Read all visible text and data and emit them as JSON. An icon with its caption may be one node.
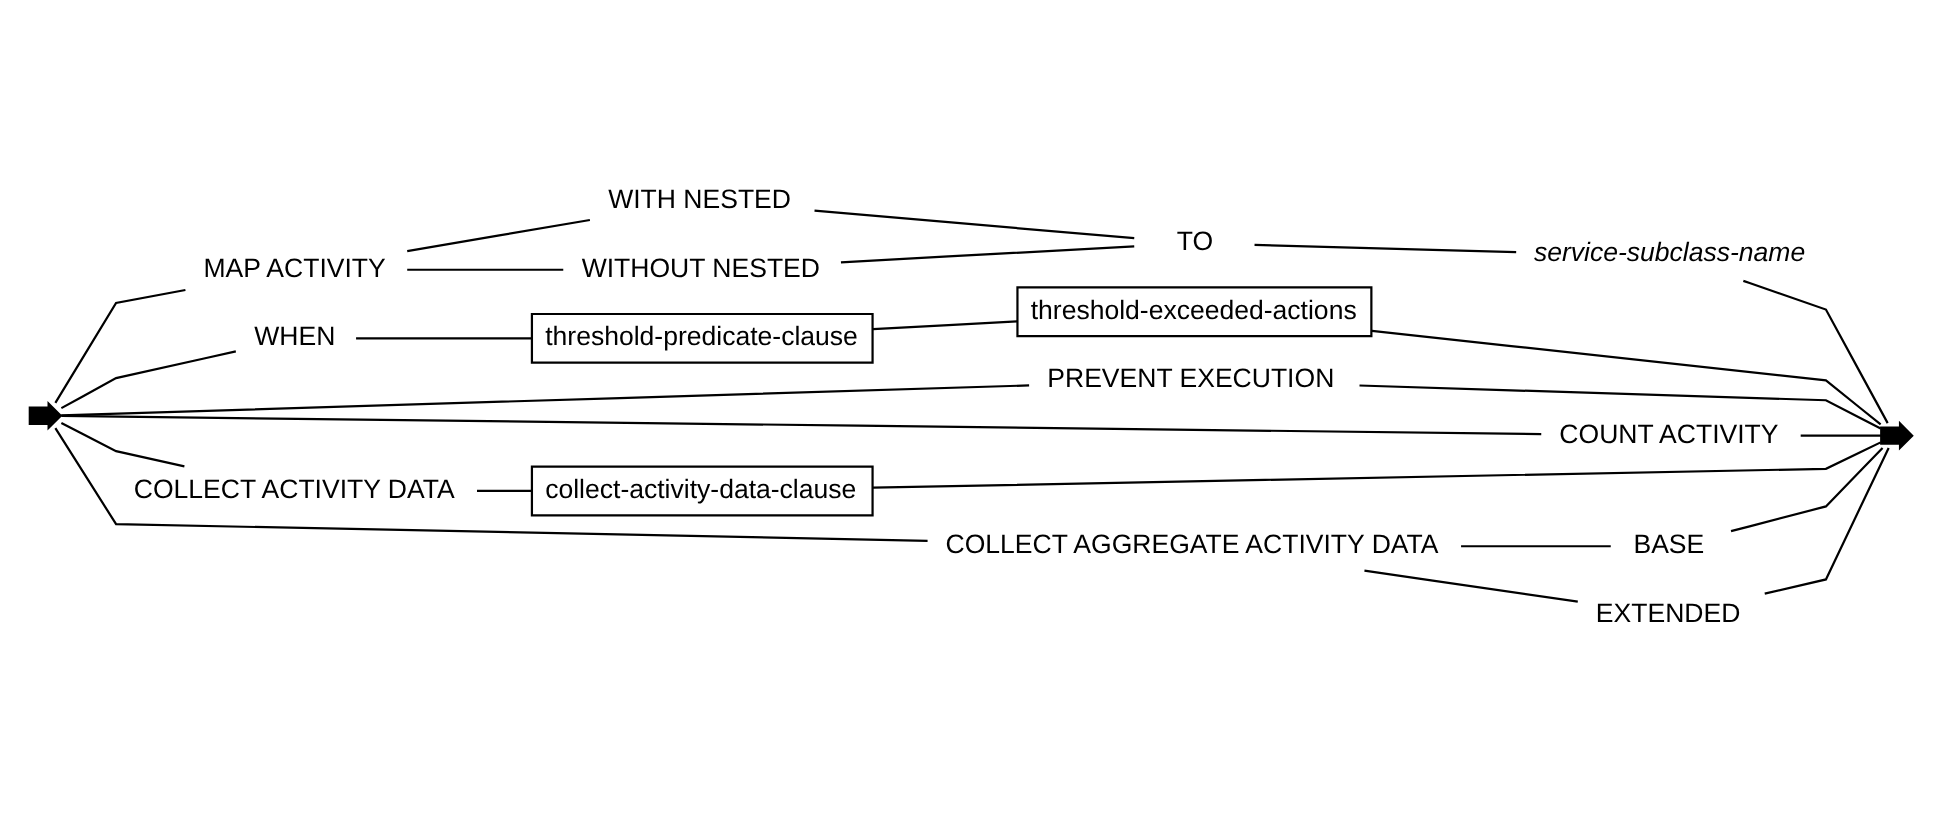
{
  "diagram": {
    "nodes": [
      {
        "text": [],
        "shape": "arrow"
      },
      {
        "text": [
          "MAP ACTIVITY"
        ]
      },
      {
        "text": [
          "WITH NESTED"
        ]
      },
      {
        "text": [
          "WITHOUT NESTED"
        ]
      },
      {
        "text": [
          "TO"
        ]
      },
      {
        "text": [
          "service-subclass-name"
        ]
      },
      {
        "text": [
          "WHEN"
        ]
      },
      {
        "text": [
          "threshold-predicate-clause"
        ]
      },
      {
        "text": [
          "threshold-exceeded-actions"
        ]
      },
      {
        "text": [
          "PREVENT EXECUTION"
        ]
      },
      {
        "text": [
          "COUNT ACTIVITY"
        ]
      },
      {
        "text": [
          "COLLECT ACTIVITY DATA"
        ]
      },
      {
        "text": [
          "collect-activity-data-clause"
        ]
      },
      {
        "text": [
          "COLLECT AGGREGATE ACTIVITY DATA"
        ]
      },
      {
        "text": [
          "BASE"
        ]
      },
      {
        "text": [
          "EXTENDED"
        ]
      },
      {
        "text": [],
        "shape": "arrow"
      }
    ],
    "edges": [
      {
        "from": 0,
        "to": 1,
        "arrow": "none"
      },
      {
        "from": 0,
        "to": 6,
        "arrow": "none"
      },
      {
        "from": 0,
        "to": 9,
        "arrow": "none"
      },
      {
        "from": 0,
        "to": 10,
        "arrow": "none"
      },
      {
        "from": 0,
        "to": 11,
        "arrow": "none"
      },
      {
        "from": 0,
        "to": 13,
        "arrow": "none"
      },
      {
        "from": 1,
        "to": 2,
        "arrow": "none"
      },
      {
        "from": 1,
        "to": 3,
        "arrow": "none"
      },
      {
        "from": 2,
        "to": 4,
        "arrow": "none"
      },
      {
        "from": 3,
        "to": 4,
        "arrow": "none"
      },
      {
        "from": 4,
        "to": 5,
        "arrow": "none"
      },
      {
        "from": 5,
        "to": 16,
        "arrow": "none"
      },
      {
        "from": 6,
        "to": 7,
        "arrow": "none"
      },
      {
        "from": 7,
        "to": 8,
        "arrow": "none"
      },
      {
        "from": 8,
        "to": 16,
        "arrow": "none"
      },
      {
        "from": 9,
        "to": 16,
        "arrow": "none"
      },
      {
        "from": 10,
        "to": 16,
        "arrow": "none"
      },
      {
        "from": 11,
        "to": 12,
        "arrow": "none"
      },
      {
        "from": 12,
        "to": 16,
        "arrow": "none"
      },
      {
        "from": 13,
        "to": 14,
        "arrow": "none"
      },
      {
        "from": 13,
        "to": 15,
        "arrow": "none"
      },
      {
        "from": 14,
        "to": 16,
        "arrow": "none"
      },
      {
        "from": 15,
        "to": 16,
        "arrow": "none"
      }
    ]
  }
}
